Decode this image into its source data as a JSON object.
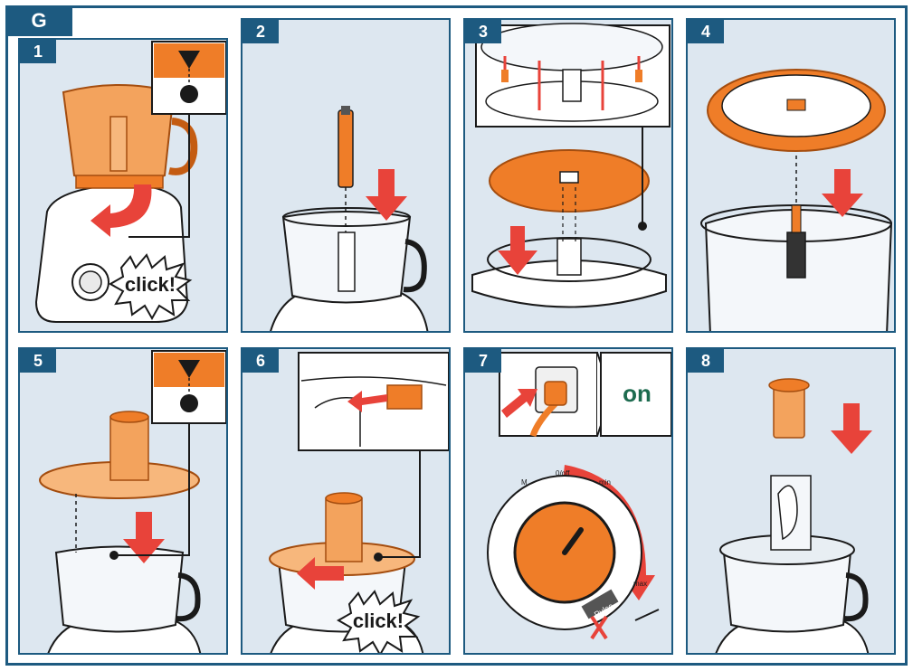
{
  "section_label": "G",
  "steps": [
    "1",
    "2",
    "3",
    "4",
    "5",
    "6",
    "7",
    "8"
  ],
  "click_label": "click!",
  "on_label": "on",
  "dial": {
    "m_label": "M",
    "off_label": "0/off",
    "min_label": "min",
    "max_label": "max",
    "pulse_label": "Pulse"
  },
  "colors": {
    "frame_blue": "#1d5a80",
    "panel_bg": "#dde7f0",
    "orange": "#ef7d28",
    "arrow_red": "#e8433a",
    "on_green": "#1d6b4f"
  }
}
